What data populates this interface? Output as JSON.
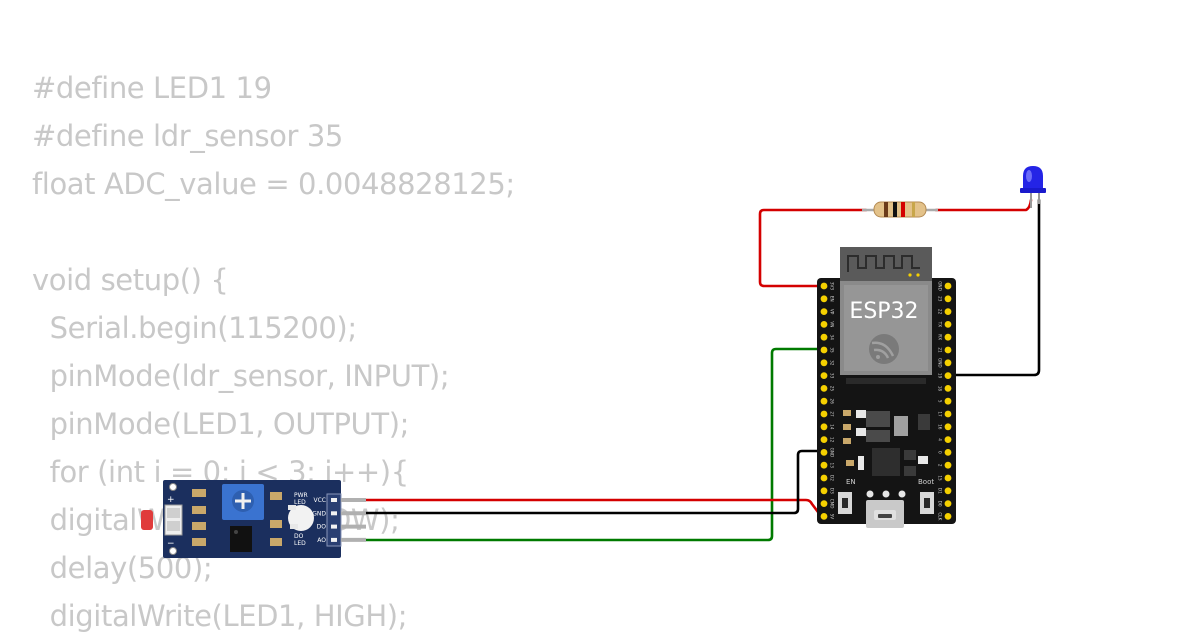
{
  "code_lines": [
    "#define LED1 19",
    "#define ldr_sensor 35",
    "float ADC_value = 0.0048828125;",
    "",
    "void setup() {",
    "  Serial.begin(115200);",
    "  pinMode(ldr_sensor, INPUT);",
    "  pinMode(LED1, OUTPUT);",
    "  for (int i = 0; i < 3; i++){",
    "  digitalWrite(LED1, LOW);",
    "  delay(500);",
    "  digitalWrite(LED1, HIGH);"
  ],
  "esp32": {
    "label": "ESP32",
    "en_label": "EN",
    "boot_label": "Boot",
    "left_pins": [
      "3V3",
      "EN",
      "VP",
      "VN",
      "34",
      "35",
      "32",
      "33",
      "25",
      "26",
      "27",
      "14",
      "12",
      "GND",
      "13",
      "D2",
      "D3",
      "CMD",
      "5V"
    ],
    "right_pins": [
      "GND",
      "23",
      "22",
      "TX",
      "RX",
      "21",
      "GND",
      "19",
      "18",
      "5",
      "17",
      "16",
      "4",
      "0",
      "2",
      "15",
      "D1",
      "D0",
      "CLK"
    ]
  },
  "sensor": {
    "pins": [
      "VCC",
      "GND",
      "DO",
      "AO"
    ],
    "pwr_label": "PWR\nLED",
    "do_label": "DO\nLED",
    "plus_label": "+",
    "minus_label": "−"
  },
  "colors": {
    "wire_red": "#d40000",
    "wire_black": "#000000",
    "wire_green": "#007a00",
    "board": "#1a1a1a",
    "pin": "#f5d000",
    "sensor_board": "#1b2f5e",
    "led": "#2a2aff"
  }
}
